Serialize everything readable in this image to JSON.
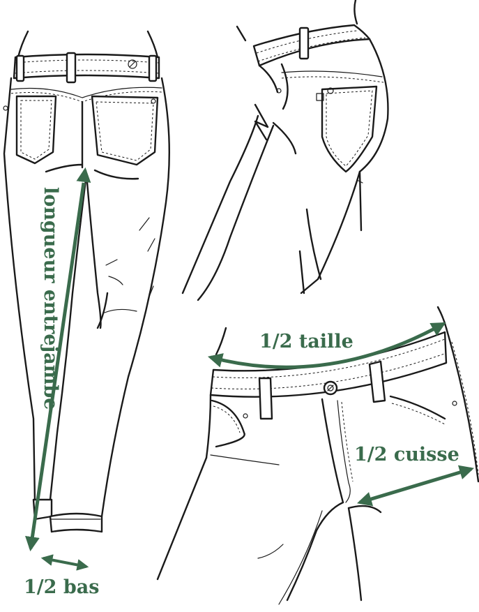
{
  "labels": {
    "inseam": "longueur entrejambe",
    "hem": "1/2 bas",
    "waist": "1/2 taille",
    "thigh": "1/2 cuisse"
  },
  "colors": {
    "accent": "#3a6b4c",
    "ink": "#1a1a1a",
    "background": "#ffffff"
  }
}
